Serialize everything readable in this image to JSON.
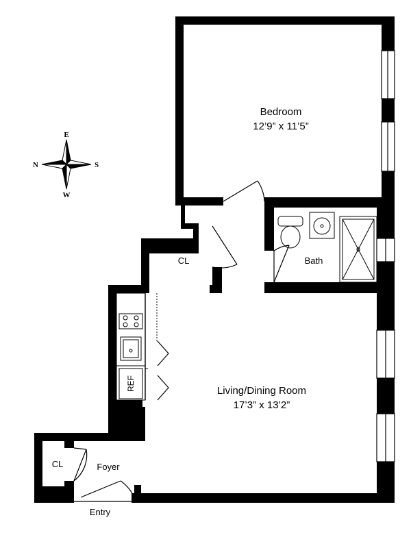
{
  "rooms": {
    "bedroom": {
      "name": "Bedroom",
      "dims": "12’9” x 11’5”"
    },
    "living": {
      "name": "Living/Dining Room",
      "dims": "17’3” x 13’2”"
    },
    "bath": {
      "name": "Bath"
    },
    "closet_hall": {
      "name": "CL"
    },
    "closet_foyer": {
      "name": "CL"
    },
    "foyer": {
      "name": "Foyer"
    },
    "entry": {
      "name": "Entry"
    },
    "ref": {
      "name": "REF"
    }
  },
  "compass": {
    "north": "N",
    "south": "S",
    "east": "E",
    "west": "W"
  },
  "colors": {
    "wall": "#000000",
    "fixture": "#555555",
    "window": "#ffffff"
  }
}
